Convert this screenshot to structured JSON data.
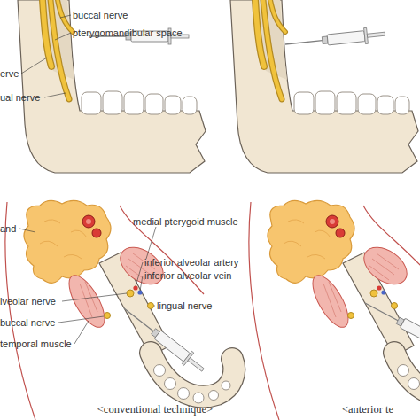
{
  "diagram": {
    "labels": [
      "buccal nerve",
      "pterygomandibular space",
      "erve",
      "ual nerve",
      "and",
      "medial pterygoid muscle",
      "inferior alveolar artery",
      "inferior alveolar vein",
      "lveolar nerve",
      "buccal nerve",
      "lingual nerve",
      "temporal muscle",
      "<conventional technique>",
      "<anterior te"
    ]
  }
}
